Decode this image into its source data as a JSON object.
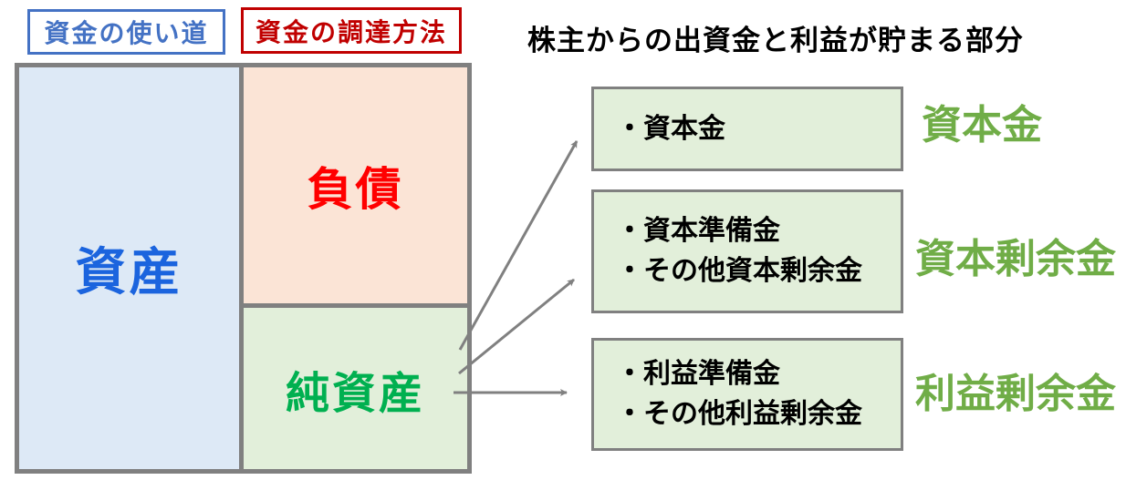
{
  "legend": {
    "use": "資金の使い道",
    "procurement": "資金の調達方法"
  },
  "title": "株主からの出資金と利益が貯まる部分",
  "balance_sheet": {
    "assets": "資産",
    "liabilities": "負債",
    "net_assets": "純資産"
  },
  "detail_boxes": [
    {
      "items": [
        "・資本金"
      ],
      "label": "資本金"
    },
    {
      "items": [
        "・資本準備金",
        "・その他資本剰余金"
      ],
      "label": "資本剰余金"
    },
    {
      "items": [
        "・利益準備金",
        "・その他利益剰余金"
      ],
      "label": "利益剰余金"
    }
  ],
  "colors": {
    "legend_use": "#4472C4",
    "legend_procurement": "#C00000",
    "assets_text": "#1B64DE",
    "liabilities_text": "#FF0000",
    "net_assets_text": "#00B050",
    "category_label": "#70AD47",
    "assets_fill": "#DDE9F6",
    "liabilities_fill": "#FBE4D6",
    "net_assets_fill": "#E2EFDA",
    "border_gray": "#808080"
  }
}
